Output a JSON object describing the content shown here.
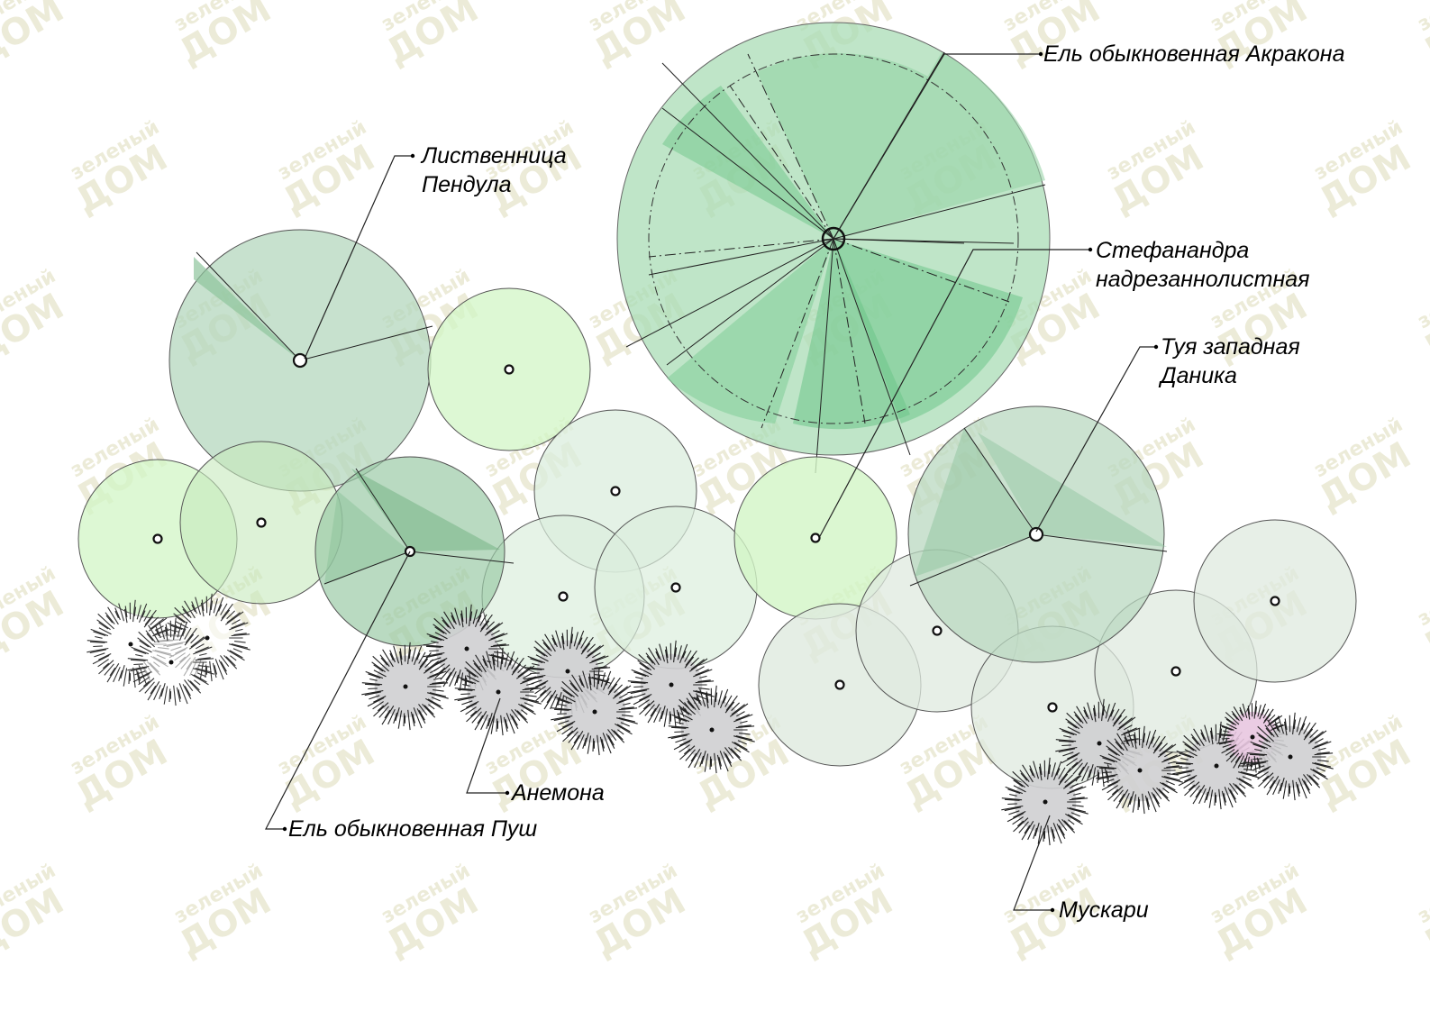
{
  "watermark": {
    "line1": "зеленый",
    "line2": "ДОМ"
  },
  "colors": {
    "spruce_big": "#a9dcb6",
    "spruce_big_inner": "#7fcd97",
    "larch": "#b4d7bd",
    "shrub_light": "#d2f5c6",
    "shrub_pale": "#dbeedd",
    "thuja": "#b9d8c0",
    "grey_green": "#dfeadf",
    "bulb_grey": "#cfcfd1",
    "muscari_pink": "#e8c6e0",
    "outline": "#555555"
  },
  "labels": {
    "akrakona": "Ель обыкновенная Акракона",
    "larch_line1": "Лиственница",
    "larch_line2": "Пендула",
    "stephanandra_line1": "Стефанандра",
    "stephanandra_line2": "надрезаннолистная",
    "thuja_line1": "Туя западная",
    "thuja_line2": "Даника",
    "anemone": "Анемона",
    "push": "Ель обыкновенная Пуш",
    "muscari": "Мускари"
  },
  "plants": {
    "spruce_akrakona": {
      "label_key": "akrakona",
      "icon": "spruce-canopy-icon"
    },
    "larch_pendula": {
      "label_key": "larch",
      "icon": "larch-canopy-icon"
    },
    "stephanandra": {
      "label_key": "stephanandra",
      "icon": "shrub-canopy-icon"
    },
    "thuja_danica": {
      "label_key": "thuja",
      "icon": "thuja-canopy-icon"
    },
    "spruce_push": {
      "label_key": "push",
      "icon": "spruce-canopy-icon"
    },
    "anemone": {
      "label_key": "anemone",
      "icon": "bulb-burst-icon"
    },
    "muscari": {
      "label_key": "muscari",
      "icon": "bulb-burst-icon"
    }
  }
}
